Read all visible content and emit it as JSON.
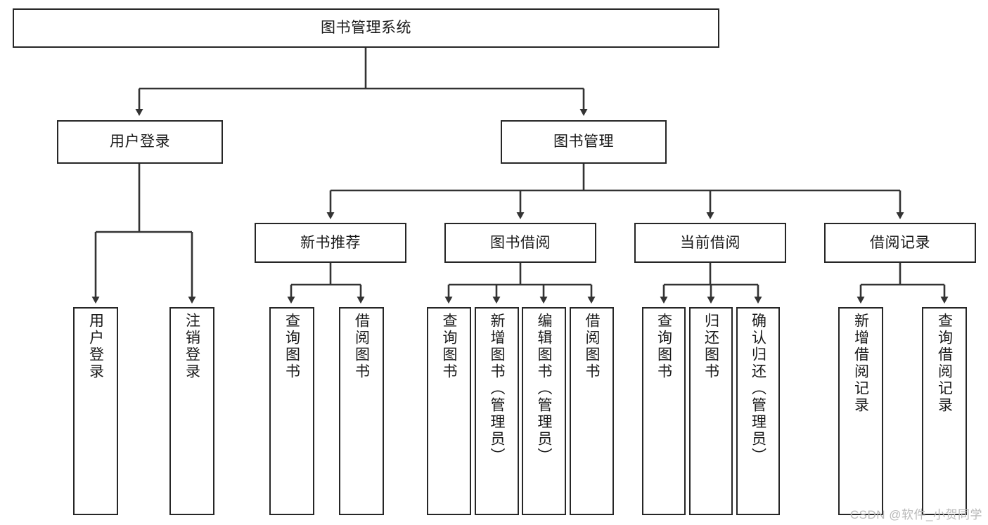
{
  "diagram": {
    "title": "图书管理系统",
    "type": "function-structure-tree",
    "colors": {
      "box_border": "#262626",
      "box_fill": "#ffffff",
      "connector": "#333333",
      "text": "#1a1a1a",
      "watermark": "#b9b9b9",
      "background": "#ffffff"
    },
    "nodes": {
      "root": {
        "label": "图书管理系统",
        "level": 1
      },
      "user_login": {
        "label": "用户登录",
        "level": 2
      },
      "book_manage": {
        "label": "图书管理",
        "level": 2
      },
      "new_book_rec": {
        "label": "新书推荐",
        "level": 3
      },
      "book_borrow": {
        "label": "图书借阅",
        "level": 3
      },
      "current_borrow": {
        "label": "当前借阅",
        "level": 3
      },
      "borrow_record": {
        "label": "借阅记录",
        "level": 3
      },
      "leaf_user_login": {
        "label": "用户登录",
        "level": 3
      },
      "leaf_user_logout": {
        "label": "注销登录",
        "level": 3
      },
      "leaf_query_book_1": {
        "label": "查询图书",
        "level": 4
      },
      "leaf_borrow_book_1": {
        "label": "借阅图书",
        "level": 4
      },
      "leaf_query_book_2": {
        "label": "查询图书",
        "level": 4
      },
      "leaf_add_book": {
        "label": "新增图书（管理员）",
        "level": 4
      },
      "leaf_edit_book": {
        "label": "编辑图书（管理员）",
        "level": 4
      },
      "leaf_borrow_book_2": {
        "label": "借阅图书",
        "level": 4
      },
      "leaf_query_book_3": {
        "label": "查询图书",
        "level": 4
      },
      "leaf_return_book": {
        "label": "归还图书",
        "level": 4
      },
      "leaf_confirm_return": {
        "label": "确认归还（管理员）",
        "level": 4
      },
      "leaf_add_record": {
        "label": "新增借阅记录",
        "level": 4
      },
      "leaf_query_record": {
        "label": "查询借阅记录",
        "level": 4
      }
    },
    "watermark": "CSDN @软件_小贺同学"
  }
}
